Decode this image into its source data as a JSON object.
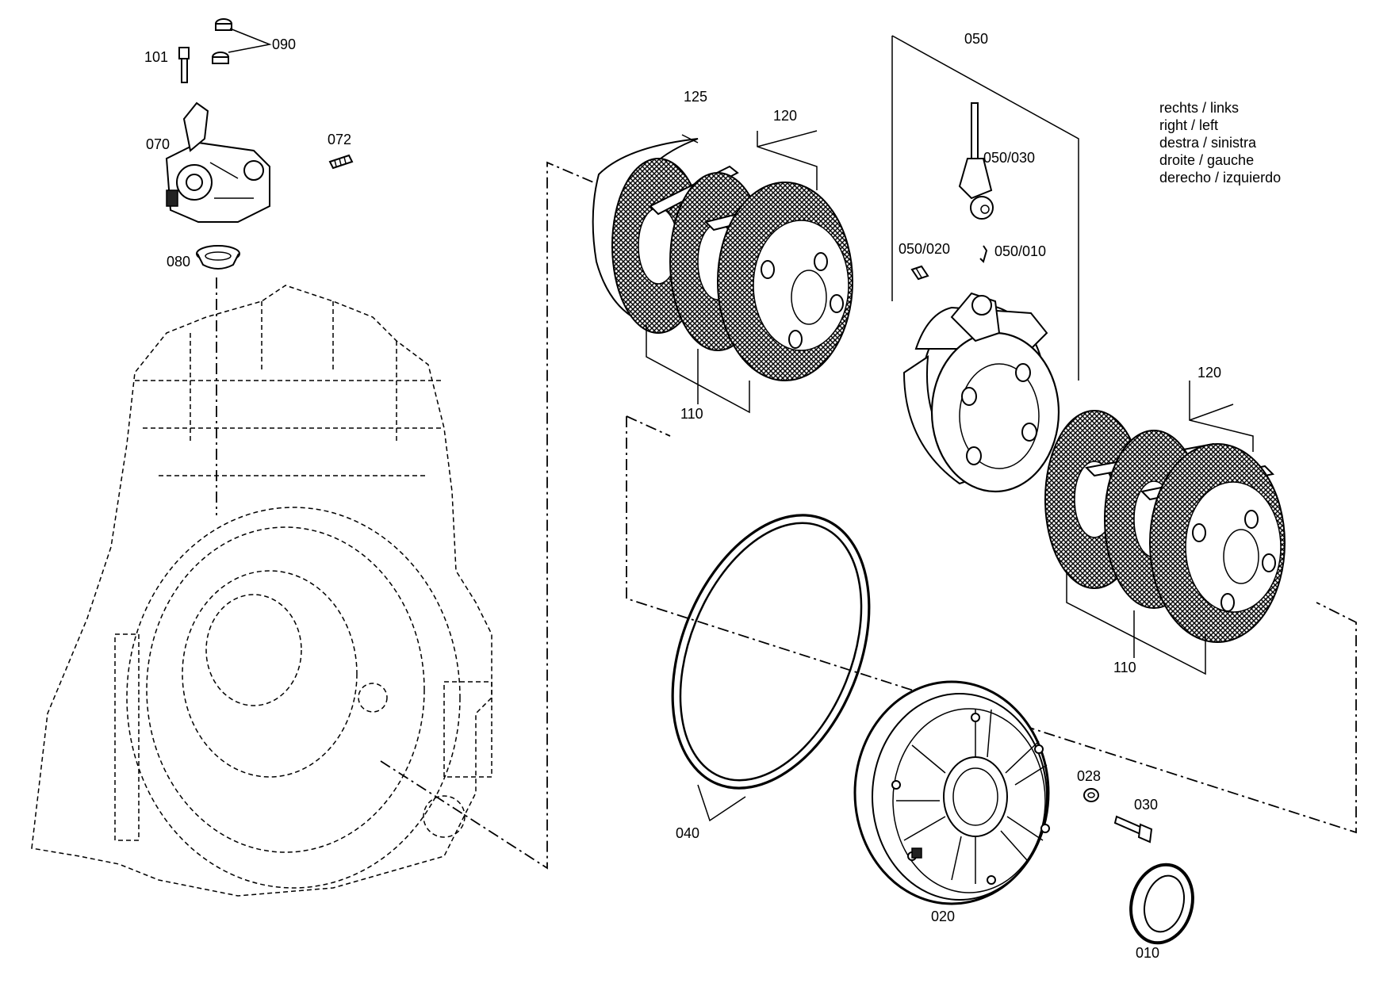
{
  "callouts": {
    "p101": "101",
    "p090": "090",
    "p070": "070",
    "p072": "072",
    "p080": "080",
    "p125": "125",
    "p120_top": "120",
    "p110_top": "110",
    "p050": "050",
    "p050_030": "050/030",
    "p050_020": "050/020",
    "p050_010": "050/010",
    "p120_right": "120",
    "p110_right": "110",
    "p040": "040",
    "p028": "028",
    "p030": "030",
    "p020": "020",
    "p010": "010"
  },
  "orientation_legend": [
    "rechts / links",
    "right / left",
    "destra / sinistra",
    "droite / gauche",
    "derecho / izquierdo"
  ]
}
